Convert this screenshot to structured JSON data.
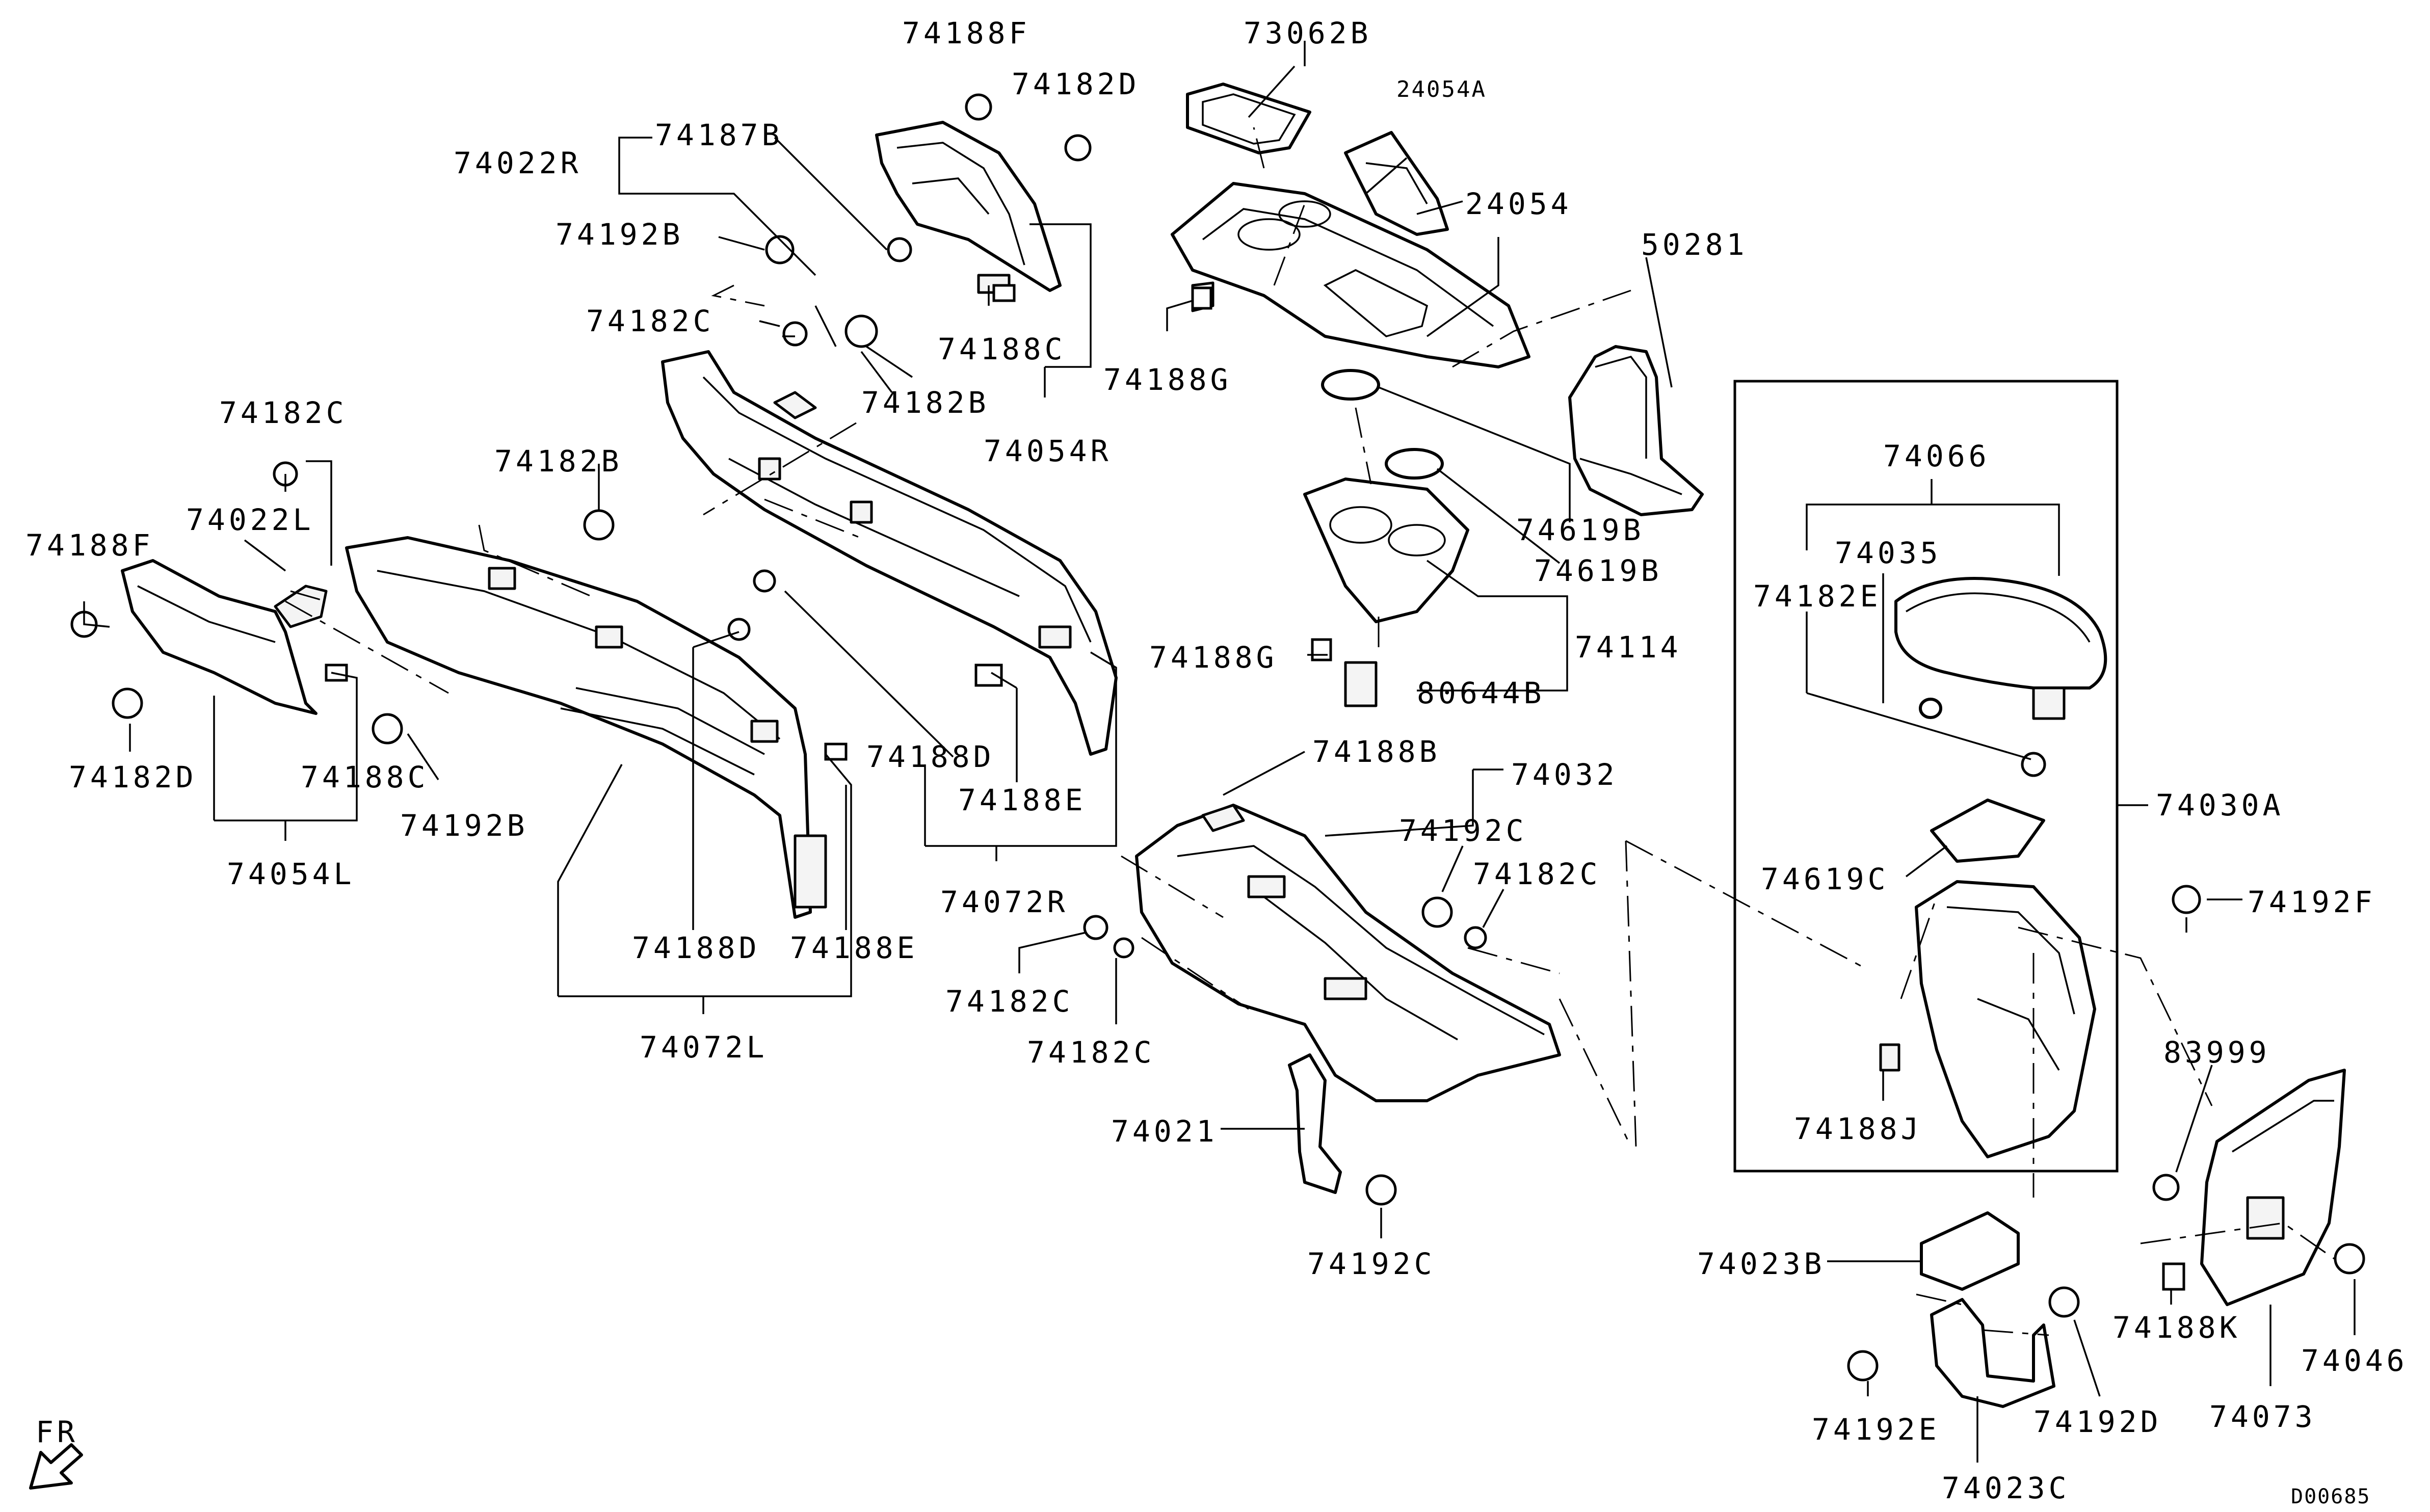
{
  "diagram": {
    "reference_code": "D00685",
    "orientation": "FR",
    "labels": {
      "p74188F_top": "74188F",
      "p74182D_top": "74182D",
      "p73062B": "73062B",
      "p24054A": "24054A",
      "p74022R": "74022R",
      "p74187B": "74187B",
      "p24054": "24054",
      "p50281": "50281",
      "p74192B_top": "74192B",
      "p74182C_top": "74182C",
      "p74188C_top": "74188C",
      "p74188G_top": "74188G",
      "p74182B_top": "74182B",
      "p74054R": "74054R",
      "p74182C_left": "74182C",
      "p74182B_mid": "74182B",
      "p74022L": "74022L",
      "p74188F_left": "74188F",
      "p74619B_upper": "74619B",
      "p74619B_lower": "74619B",
      "p74066": "74066",
      "p74035": "74035",
      "p74182E": "74182E",
      "p74114": "74114",
      "p74188G_mid": "74188G",
      "p80644B": "80644B",
      "p74182D_left": "74182D",
      "p74188C_left": "74188C",
      "p74192B_left": "74192B",
      "p74054L": "74054L",
      "p74188D_mid": "74188D",
      "p74188E_mid": "74188E",
      "p74072R": "74072R",
      "p74188B": "74188B",
      "p74032": "74032",
      "p74192C_mid": "74192C",
      "p74182C_mid": "74182C",
      "p74030A": "74030A",
      "p74619C": "74619C",
      "p74192F": "74192F",
      "p74188D_low": "74188D",
      "p74188E_low": "74188E",
      "p74072L": "74072L",
      "p74182C_low1": "74182C",
      "p74182C_low2": "74182C",
      "p83999": "83999",
      "p74188J": "74188J",
      "p74021": "74021",
      "p74192C_low": "74192C",
      "p74023B": "74023B",
      "p74188K": "74188K",
      "p74046": "74046",
      "p74192D": "74192D",
      "p74073": "74073",
      "p74192E": "74192E",
      "p74023C": "74023C"
    }
  }
}
